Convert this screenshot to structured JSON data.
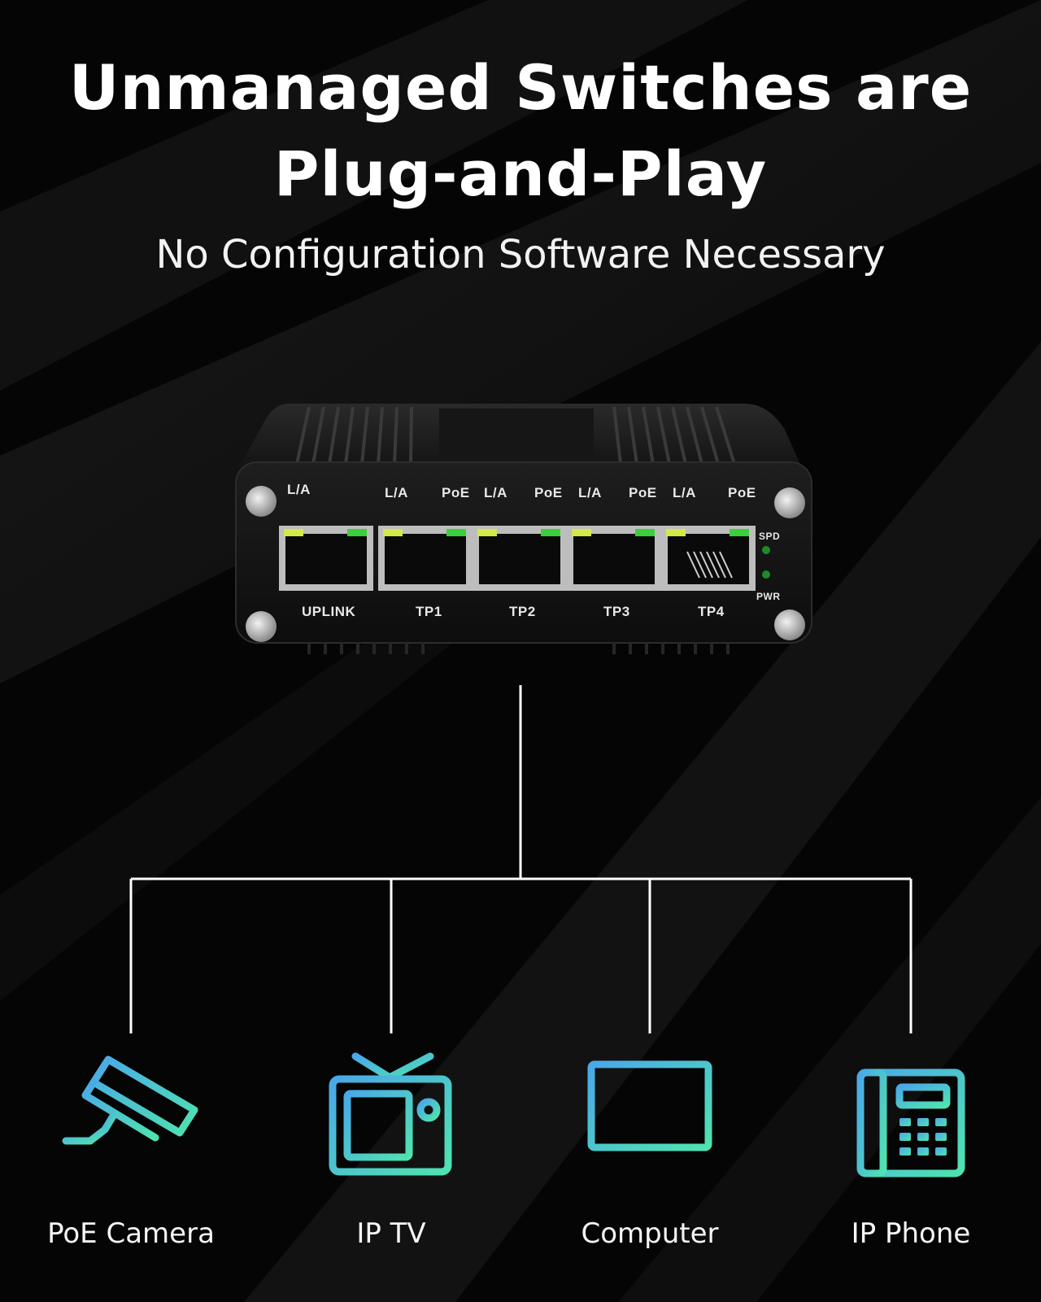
{
  "header": {
    "title_line1": "Unmanaged Switches are",
    "title_line2": "Plug-and-Play",
    "subtitle": "No Configuration Software Necessary"
  },
  "switch": {
    "top_labels": [
      "L/A",
      "L/A",
      "PoE",
      "L/A",
      "PoE",
      "L/A",
      "PoE",
      "L/A",
      "PoE"
    ],
    "port_labels": [
      "UPLINK",
      "TP1",
      "TP2",
      "TP3",
      "TP4"
    ],
    "side_labels": {
      "spd": "SPD",
      "pwr": "PWR"
    }
  },
  "devices": [
    {
      "name": "PoE Camera",
      "icon": "camera-icon"
    },
    {
      "name": "IP TV",
      "icon": "tv-icon"
    },
    {
      "name": "Computer",
      "icon": "monitor-icon"
    },
    {
      "name": "IP Phone",
      "icon": "phone-icon"
    }
  ],
  "colors": {
    "background": "#050505",
    "gradient_start": "#4aa8e8",
    "gradient_end": "#4fe3b0",
    "led_green": "#3ccf3c",
    "led_yellow": "#d4e84a"
  }
}
